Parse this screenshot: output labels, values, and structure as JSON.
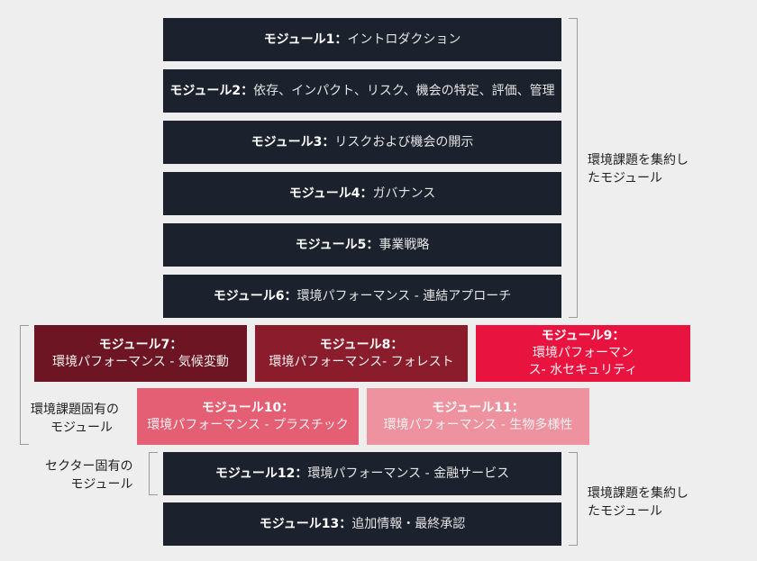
{
  "modules": [
    {
      "id": "m1",
      "name": "モジュール1：",
      "desc": "イントロダクション",
      "group": "general"
    },
    {
      "id": "m2",
      "name": "モジュール2：",
      "desc": "依存、インパクト、リスク、機会の特定、評価、管理",
      "group": "general"
    },
    {
      "id": "m3",
      "name": "モジュール3：",
      "desc": "リスクおよび機会の開示",
      "group": "general"
    },
    {
      "id": "m4",
      "name": "モジュール4：",
      "desc": "ガバナンス",
      "group": "general"
    },
    {
      "id": "m5",
      "name": "モジュール5：",
      "desc": "事業戦略",
      "group": "general"
    },
    {
      "id": "m6",
      "name": "モジュール6：",
      "desc": "環境パフォーマンス - 連結アプローチ",
      "group": "general"
    },
    {
      "id": "m7",
      "name": "モジュール7：",
      "desc": "環境パフォーマンス - 気候変動",
      "group": "issue",
      "color": "#6e1523"
    },
    {
      "id": "m8",
      "name": "モジュール8：",
      "desc": "環境パフォーマンス- フォレスト",
      "group": "issue",
      "color": "#8b1c2c"
    },
    {
      "id": "m9",
      "name": "モジュール9：",
      "desc_lines": [
        "環境パフォーマン",
        "ス- 水セキュリティ"
      ],
      "group": "issue",
      "color": "#e8143f"
    },
    {
      "id": "m10",
      "name": "モジュール10：",
      "desc": "環境パフォーマンス - プラスチック",
      "group": "issue",
      "color": "#e45e74"
    },
    {
      "id": "m11",
      "name": "モジュール11：",
      "desc": "環境パフォーマンス - 生物多様性",
      "group": "issue",
      "color": "#ee929f"
    },
    {
      "id": "m12",
      "name": "モジュール12：",
      "desc": "環境パフォーマンス - 金融サービス",
      "group": "sector"
    },
    {
      "id": "m13",
      "name": "モジュール13：",
      "desc": "追加情報・最終承認",
      "group": "general"
    }
  ],
  "labels": {
    "integrated_top": [
      "環境課題を集約し",
      "たモジュール"
    ],
    "issue_specific": [
      "環境課題固有の",
      "モジュール"
    ],
    "sector_specific": [
      "セクター固有の",
      "モジュール"
    ],
    "integrated_bottom": [
      "環境課題を集約し",
      "たモジュール"
    ]
  },
  "colors": {
    "dark_box": "#1c222d",
    "background": "#eeeeee",
    "bracket": "#9a9a9a"
  }
}
